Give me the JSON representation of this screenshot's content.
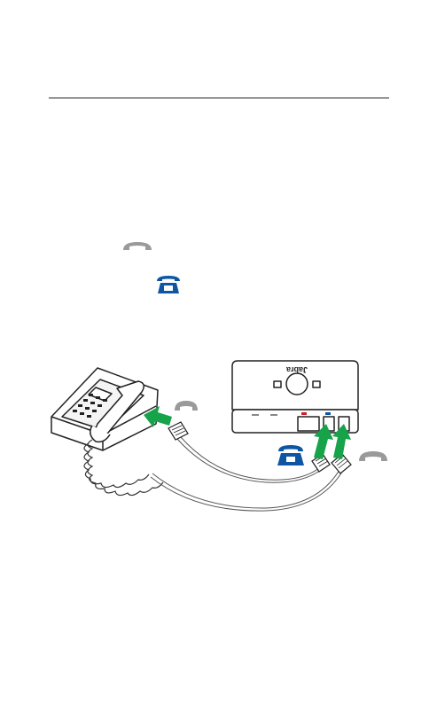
{
  "device": {
    "brand_label": "Jabra"
  },
  "colors": {
    "handset_gray": "#9a9a9a",
    "desk_phone_blue": "#0e56a3",
    "arrow_green": "#16a34a",
    "line": "#222222",
    "port_red": "#d0202a"
  },
  "icons": [
    "handset-icon-gray",
    "desk-phone-icon-blue",
    "green-arrow-icon"
  ]
}
